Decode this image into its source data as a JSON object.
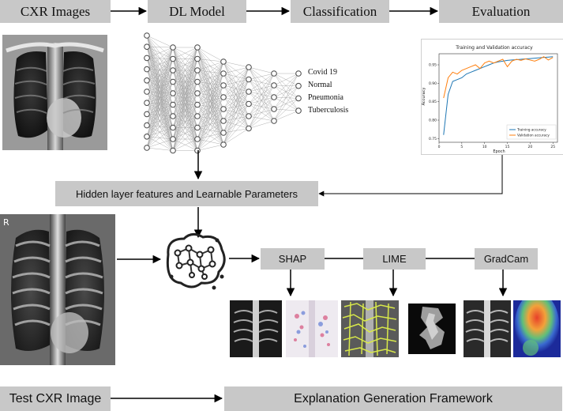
{
  "top_row": {
    "cxr_images": "CXR Images",
    "dl_model": "DL Model",
    "classification": "Classification",
    "evaluation": "Evaluation"
  },
  "class_labels": [
    "Covid 19",
    "Normal",
    "Pneumonia",
    "Tuberculosis"
  ],
  "hidden_layer_box": "Hidden layer features and Learnable Parameters",
  "xai_methods": {
    "shap": "SHAP",
    "lime": "LIME",
    "gradcam": "GradCam"
  },
  "bottom_row": {
    "test_image": "Test CXR Image",
    "framework": "Explanation Generation Framework"
  },
  "xray_marker": "R",
  "colors": {
    "box_fill": "#c8c8c8",
    "arrow": "#000000",
    "training": "#1f77b4",
    "validation": "#ff7f0e"
  },
  "chart_data": {
    "type": "line",
    "title": "Training and Validation accuracy",
    "xlabel": "Epoch",
    "ylabel": "Accuracy",
    "xlim": [
      0,
      26
    ],
    "ylim": [
      0.74,
      0.98
    ],
    "xticks": [
      0,
      5,
      10,
      15,
      20,
      25
    ],
    "yticks": [
      0.75,
      0.8,
      0.85,
      0.9,
      0.95
    ],
    "xtick_labels": [
      "0",
      "5",
      "10",
      "15",
      "20",
      "25"
    ],
    "ytick_labels": [
      "0.75",
      "0.80",
      "0.85",
      "0.90",
      "0.95"
    ],
    "legend_position": "bottom-right",
    "series": [
      {
        "name": "Training accuracy",
        "color": "#1f77b4",
        "x": [
          1,
          2,
          3,
          4,
          5,
          6,
          7,
          8,
          9,
          10,
          11,
          12,
          13,
          14,
          15,
          16,
          17,
          18,
          19,
          20,
          21,
          22,
          23,
          24,
          25
        ],
        "values": [
          0.76,
          0.87,
          0.905,
          0.91,
          0.915,
          0.925,
          0.93,
          0.935,
          0.94,
          0.945,
          0.95,
          0.955,
          0.958,
          0.96,
          0.962,
          0.963,
          0.964,
          0.965,
          0.966,
          0.967,
          0.968,
          0.969,
          0.97,
          0.971,
          0.972
        ]
      },
      {
        "name": "Validation accuracy",
        "color": "#ff7f0e",
        "x": [
          1,
          2,
          3,
          4,
          5,
          6,
          7,
          8,
          9,
          10,
          11,
          12,
          13,
          14,
          15,
          16,
          17,
          18,
          19,
          20,
          21,
          22,
          23,
          24,
          25
        ],
        "values": [
          0.86,
          0.915,
          0.93,
          0.925,
          0.935,
          0.94,
          0.945,
          0.95,
          0.94,
          0.955,
          0.96,
          0.955,
          0.96,
          0.965,
          0.945,
          0.96,
          0.965,
          0.962,
          0.966,
          0.963,
          0.96,
          0.965,
          0.972,
          0.963,
          0.97
        ]
      }
    ]
  }
}
